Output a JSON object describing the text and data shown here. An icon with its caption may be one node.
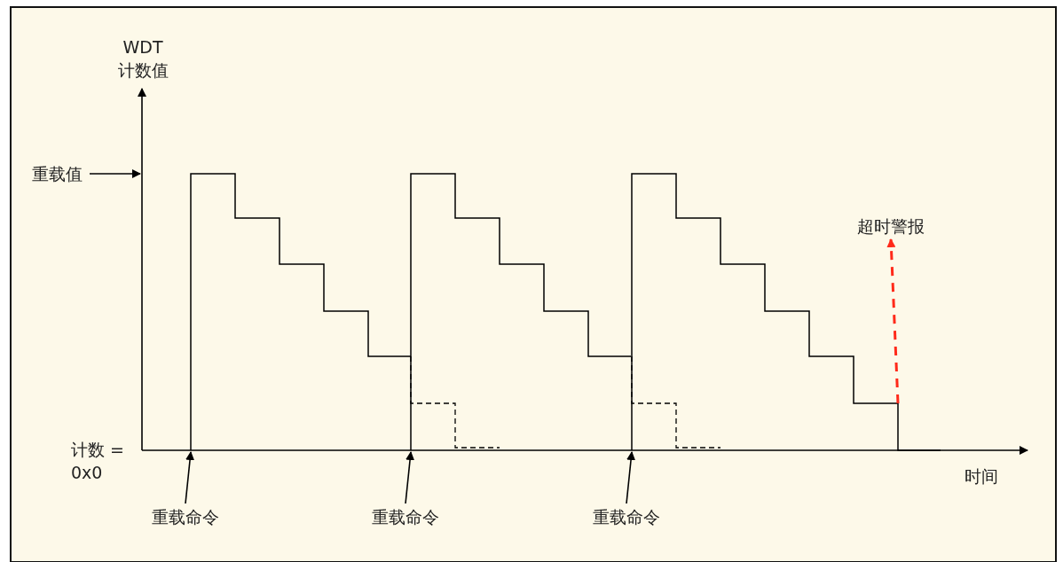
{
  "diagram": {
    "nodes": [
      {
        "text": [
          "重载值"
        ]
      },
      {
        "text": [
          "重载命令"
        ]
      },
      {
        "text": [
          "重载命令"
        ]
      },
      {
        "text": [
          "重载命令"
        ]
      },
      {
        "text": [
          "超时警报"
        ]
      }
    ],
    "edges": [
      {
        "from": 0,
        "to": null,
        "arrow": "to"
      },
      {
        "from": 1,
        "to": null,
        "arrow": "to"
      },
      {
        "from": 2,
        "to": null,
        "arrow": "to"
      },
      {
        "from": 3,
        "to": null,
        "arrow": "to"
      },
      {
        "from": null,
        "to": 4,
        "arrow": "to",
        "style": "dashed",
        "color": "#ff2a1a"
      }
    ],
    "labels": [
      "WDT 计数值",
      "计数 = 0x0",
      "时间"
    ]
  }
}
